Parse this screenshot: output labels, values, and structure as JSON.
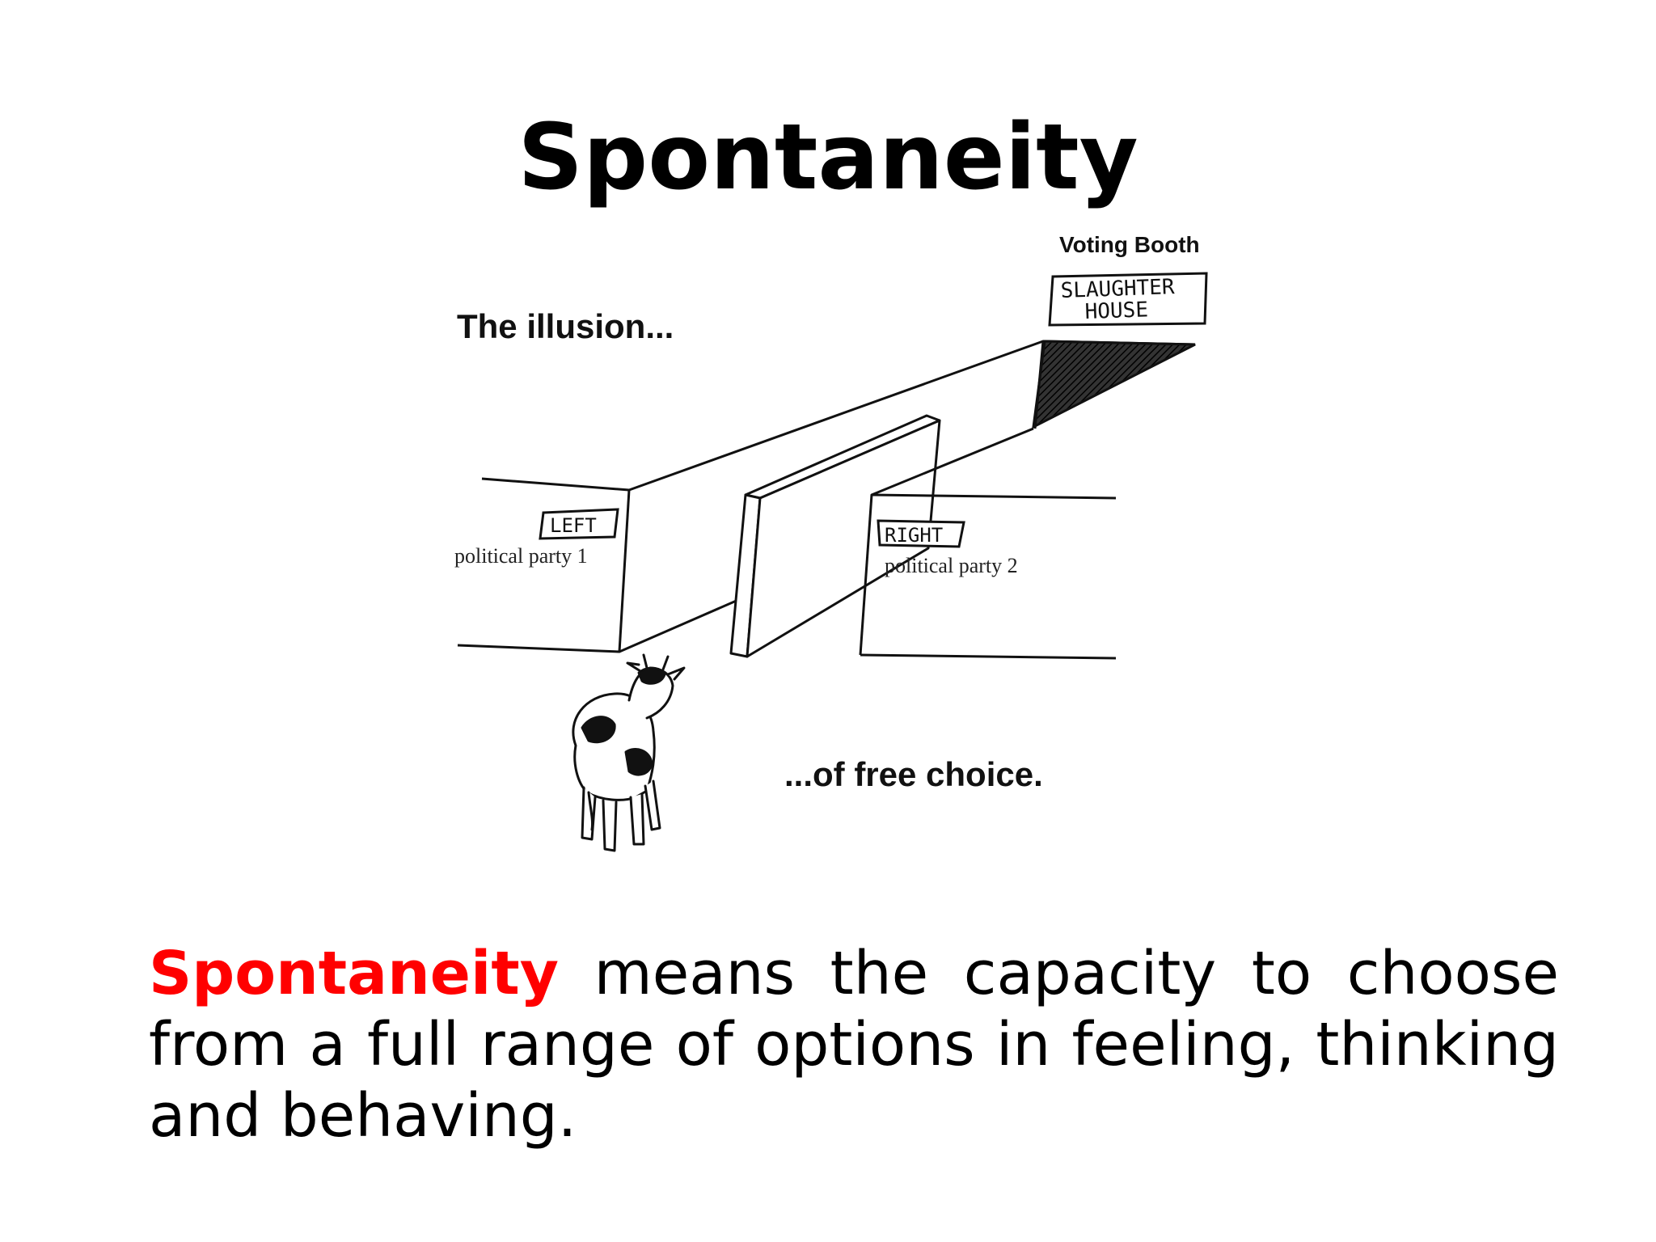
{
  "slide": {
    "title": "Spontaneity",
    "definition_term": "Spontaneity",
    "definition_text": " means the capacity to choose from a full range of options in feeling, thinking and behaving.",
    "term_color": "#ff0000"
  },
  "cartoon": {
    "top_caption": "The illusion...",
    "bottom_caption": "...of free choice.",
    "voting_booth_label": "Voting Booth",
    "slaughterhouse_sign_line1": "SLAUGHTER",
    "slaughterhouse_sign_line2": "HOUSE",
    "left_sign": "LEFT",
    "left_party": "political party 1",
    "right_sign": "RIGHT",
    "right_party": "political party 2"
  }
}
